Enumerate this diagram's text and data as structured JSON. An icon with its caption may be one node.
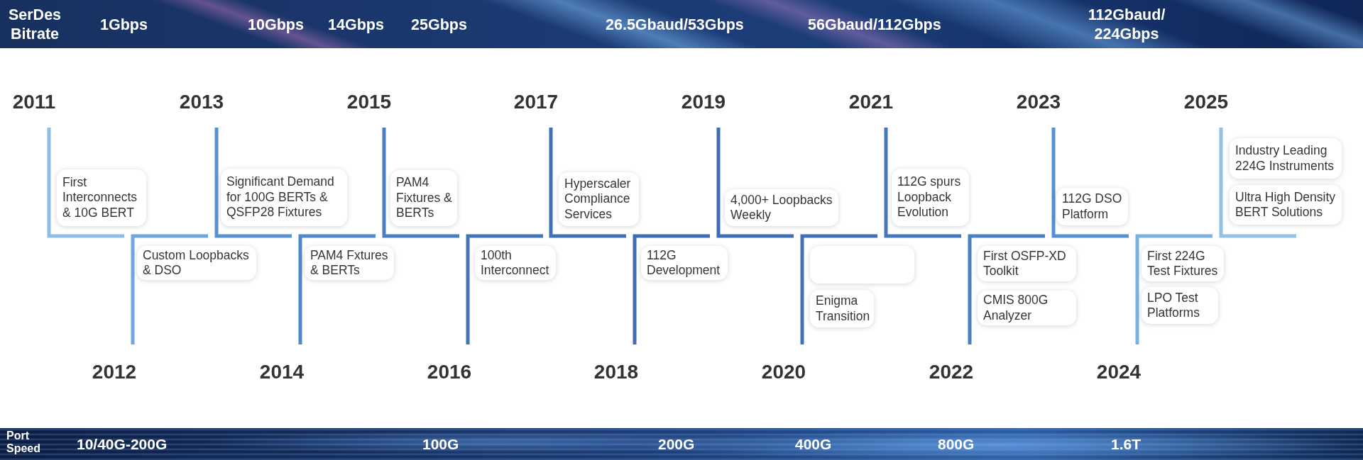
{
  "diagram": {
    "nodes": [
      {
        "text": [
          "First Interconnects & 10G BERT"
        ]
      },
      {
        "text": [
          "Custom Loopbacks & DSO"
        ]
      },
      {
        "text": [
          "Significant Demand for 100G BERTs & QSFP28 Fixtures"
        ]
      },
      {
        "text": [
          "PAM4 Fxtures & BERTs"
        ]
      },
      {
        "text": [
          "PAM4 Fixtures & BERTs"
        ]
      },
      {
        "text": [
          "100th Interconnect"
        ]
      },
      {
        "text": [
          "Hyperscaler Compliance Services"
        ]
      },
      {
        "text": [
          "112G Development"
        ]
      },
      {
        "text": [
          "4,000+ Loopbacks Weekly"
        ]
      },
      {
        "text": [],
        "shape": "box"
      },
      {
        "text": [
          "Enigma Transition"
        ]
      },
      {
        "text": [
          "112G spurs Loopback Evolution"
        ]
      },
      {
        "text": [
          "First OSFP-XD Toolkit"
        ]
      },
      {
        "text": [
          "CMIS 800G Analyzer"
        ]
      },
      {
        "text": [
          "112G DSO Platform"
        ]
      },
      {
        "text": [
          "First 224G Test Fixtures"
        ]
      },
      {
        "text": [
          "LPO Test Platforms"
        ]
      },
      {
        "text": [
          "Industry Leading 224G Instruments"
        ]
      },
      {
        "text": [
          "Ultra High Density BERT Solutions"
        ]
      }
    ],
    "labels": [
      "SerDes Bitrate",
      "1Gbps",
      "10Gbps",
      "14Gbps",
      "25Gbps",
      "26.5Gbaud/53Gbps",
      "56Gbaud/112Gbps",
      "112Gbaud/ 224Gbps",
      "2011",
      "2013",
      "2015",
      "2017",
      "2019",
      "2021",
      "2023",
      "2025",
      "2012",
      "2014",
      "2016",
      "2018",
      "2020",
      "2022",
      "2024",
      "Port Speed",
      "10/40G-200G",
      "100G",
      "200G",
      "400G",
      "800G",
      "1.6T"
    ]
  }
}
